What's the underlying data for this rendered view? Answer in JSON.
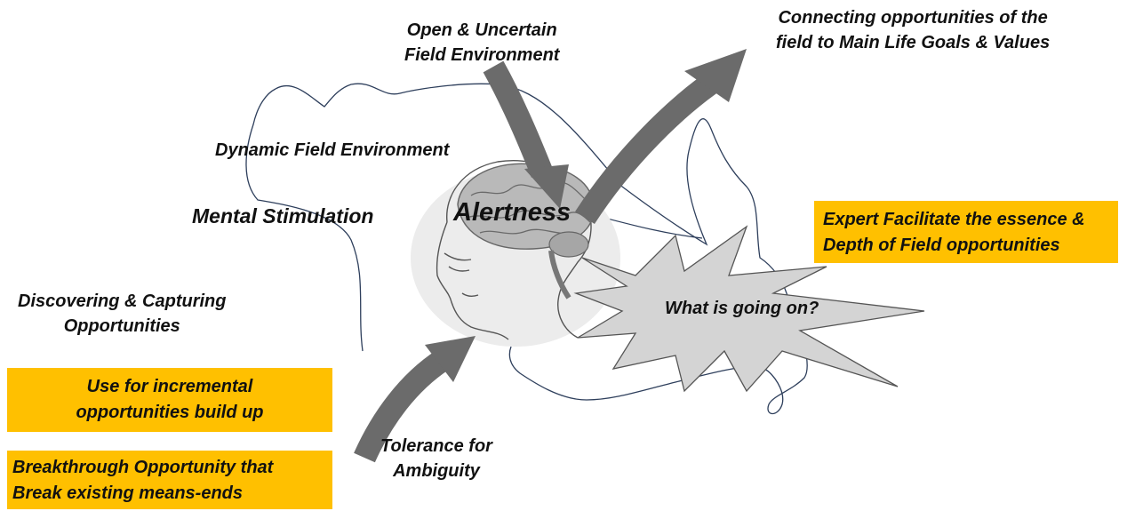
{
  "labels": {
    "open_field": "Open & Uncertain\nField Environment",
    "connecting": "Connecting opportunities of the\nfield to Main Life Goals & Values",
    "dynamic_field": "Dynamic Field Environment",
    "mental_stimulation": "Mental Stimulation",
    "alertness": "Alertness",
    "discovering": "Discovering & Capturing\nOpportunities",
    "what_is_going_on": "What is going on?",
    "tolerance": "Tolerance for\nAmbiguity"
  },
  "boxes": {
    "expert": "Expert Facilitate the essence &\nDepth of Field opportunities",
    "incremental": "Use for incremental\nopportunities build up",
    "breakthrough": "Breakthrough Opportunity that\nBreak existing means-ends"
  },
  "colors": {
    "highlight_box": "#ffc000",
    "arrow": "#6b6b6b",
    "burst_fill": "#d4d4d4",
    "outline_curve": "#2e3f5c",
    "head_halo": "#ececec"
  }
}
